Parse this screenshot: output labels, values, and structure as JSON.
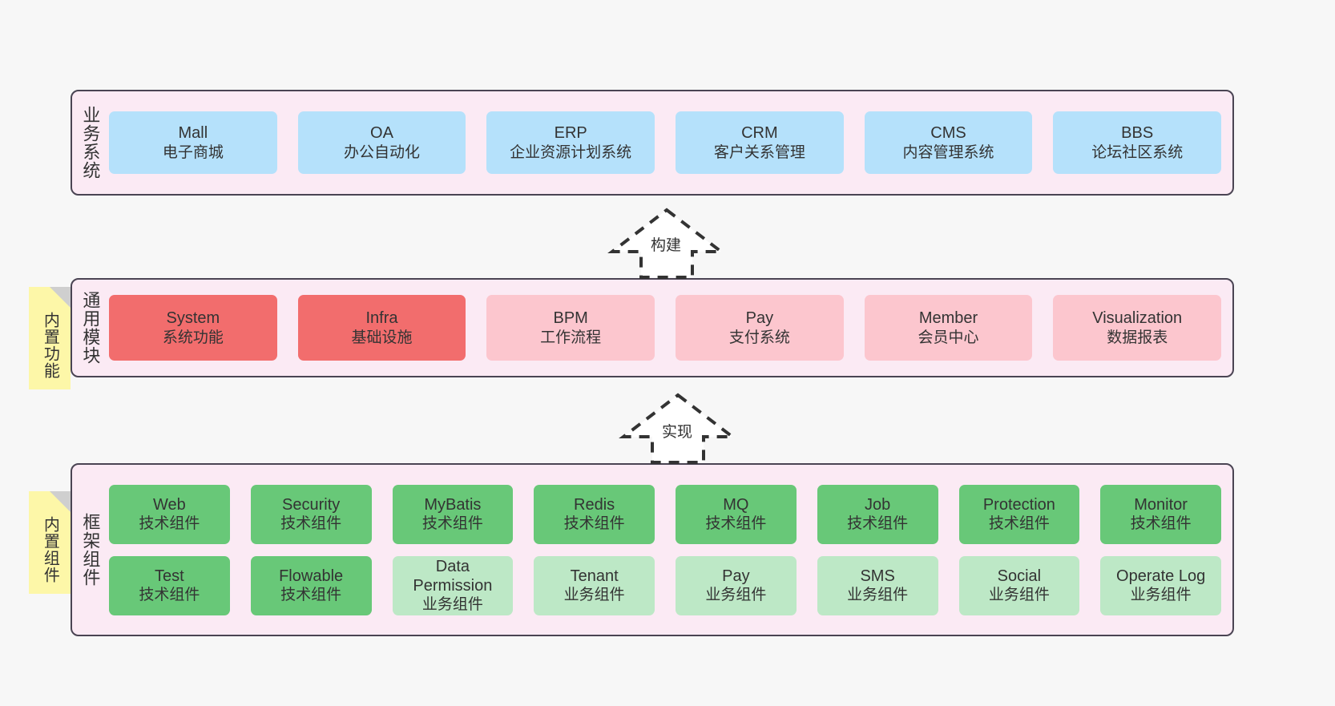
{
  "diagram": {
    "title": "",
    "colors": {
      "background": "#f7f7f7",
      "layer_fill": "#fbeaf4",
      "layer_border": "#4a4453",
      "blue": "#b5e1fb",
      "red": "#f26d6d",
      "pink": "#fcc6ce",
      "green": "#68c878",
      "light_green": "#bde8c6",
      "note_yellow": "#fdf7a8",
      "note_fold": "#cfcfcf",
      "text": "#333333"
    }
  },
  "layers": [
    {
      "id": "business-systems",
      "title": "业务系统",
      "rows": [
        {
          "cards": [
            {
              "name": "Mall",
              "desc": "电子商城",
              "style": "blue"
            },
            {
              "name": "OA",
              "desc": "办公自动化",
              "style": "blue"
            },
            {
              "name": "ERP",
              "desc": "企业资源计划系统",
              "style": "blue"
            },
            {
              "name": "CRM",
              "desc": "客户关系管理",
              "style": "blue"
            },
            {
              "name": "CMS",
              "desc": "内容管理系统",
              "style": "blue"
            },
            {
              "name": "BBS",
              "desc": "论坛社区系统",
              "style": "blue"
            }
          ]
        }
      ]
    },
    {
      "id": "common-modules",
      "title": "通用模块",
      "rows": [
        {
          "cards": [
            {
              "name": "System",
              "desc": "系统功能",
              "style": "red"
            },
            {
              "name": "Infra",
              "desc": "基础设施",
              "style": "red"
            },
            {
              "name": "BPM",
              "desc": "工作流程",
              "style": "pink"
            },
            {
              "name": "Pay",
              "desc": "支付系统",
              "style": "pink"
            },
            {
              "name": "Member",
              "desc": "会员中心",
              "style": "pink"
            },
            {
              "name": "Visualization",
              "desc": "数据报表",
              "style": "pink"
            }
          ]
        }
      ]
    },
    {
      "id": "framework-components",
      "title": "框架组件",
      "rows": [
        {
          "cards": [
            {
              "name": "Web",
              "desc": "技术组件",
              "style": "green"
            },
            {
              "name": "Security",
              "desc": "技术组件",
              "style": "green"
            },
            {
              "name": "MyBatis",
              "desc": "技术组件",
              "style": "green"
            },
            {
              "name": "Redis",
              "desc": "技术组件",
              "style": "green"
            },
            {
              "name": "MQ",
              "desc": "技术组件",
              "style": "green"
            },
            {
              "name": "Job",
              "desc": "技术组件",
              "style": "green"
            },
            {
              "name": "Protection",
              "desc": "技术组件",
              "style": "green"
            },
            {
              "name": "Monitor",
              "desc": "技术组件",
              "style": "green"
            }
          ]
        },
        {
          "cards": [
            {
              "name": "Test",
              "desc": "技术组件",
              "style": "green"
            },
            {
              "name": "Flowable",
              "desc": "技术组件",
              "style": "green"
            },
            {
              "name": "Data Permission",
              "desc": "业务组件",
              "style": "lightgreen"
            },
            {
              "name": "Tenant",
              "desc": "业务组件",
              "style": "lightgreen"
            },
            {
              "name": "Pay",
              "desc": "业务组件",
              "style": "lightgreen"
            },
            {
              "name": "SMS",
              "desc": "业务组件",
              "style": "lightgreen"
            },
            {
              "name": "Social",
              "desc": "业务组件",
              "style": "lightgreen"
            },
            {
              "name": "Operate Log",
              "desc": "业务组件",
              "style": "lightgreen"
            }
          ]
        }
      ]
    }
  ],
  "notes": [
    {
      "id": "builtin-features",
      "label": "内置功能"
    },
    {
      "id": "builtin-components",
      "label": "内置组件"
    }
  ],
  "arrows": [
    {
      "id": "build-arrow",
      "label": "构建",
      "direction": "up",
      "style": "dashed-hollow"
    },
    {
      "id": "implement-arrow",
      "label": "实现",
      "direction": "up",
      "style": "dashed-hollow"
    }
  ]
}
